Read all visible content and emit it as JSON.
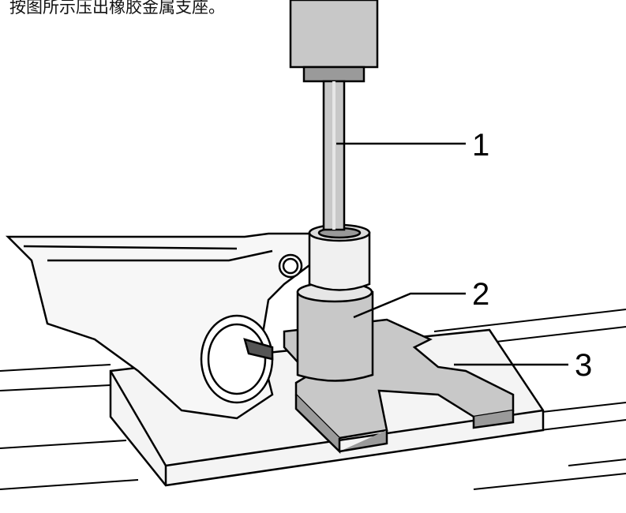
{
  "caption": "按图所示压出橡胶金属支座。",
  "callouts": [
    {
      "label": "1",
      "meaning": "press-ram"
    },
    {
      "label": "2",
      "meaning": "pressing-sleeve"
    },
    {
      "label": "3",
      "meaning": "support-plate"
    }
  ],
  "colors": {
    "line": "#000000",
    "metal_light": "#e6e6e6",
    "metal_mid": "#c8c8c8",
    "metal_dark": "#9a9a9a",
    "background": "#ffffff"
  }
}
